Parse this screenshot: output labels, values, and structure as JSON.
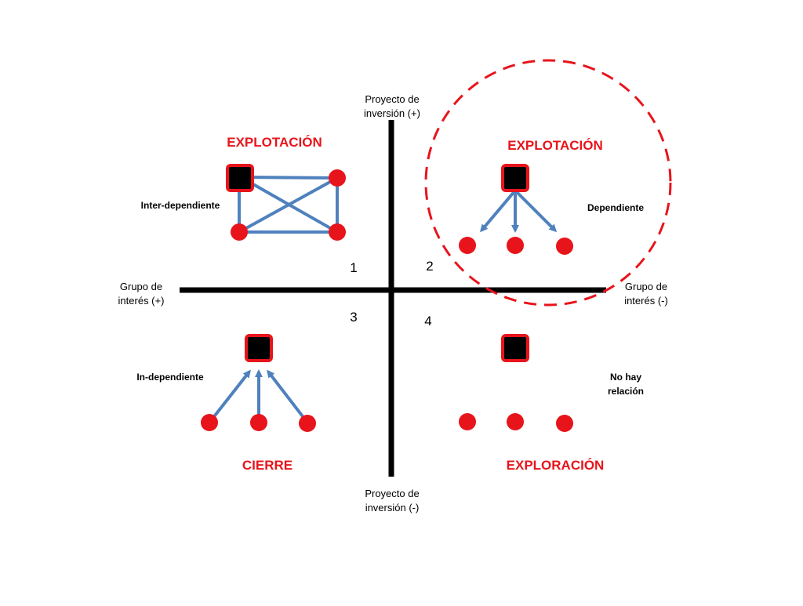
{
  "axes": {
    "top": [
      "Proyecto de",
      "inversión (+)"
    ],
    "bottom": [
      "Proyecto de",
      "inversión (-)"
    ],
    "left": [
      "Grupo de",
      "interés (+)"
    ],
    "right": [
      "Grupo de",
      "interés (-)"
    ]
  },
  "quadrants": {
    "q1": {
      "number": "1",
      "title": "EXPLOTACIÓN",
      "relation": "Inter-dependiente"
    },
    "q2": {
      "number": "2",
      "title": "EXPLOTACIÓN",
      "relation": "Dependiente"
    },
    "q3": {
      "number": "3",
      "title": "CIERRE",
      "relation": "In-dependiente"
    },
    "q4": {
      "number": "4",
      "title": "EXPLORACIÓN",
      "relation_lines": [
        "No hay",
        "relación"
      ]
    }
  },
  "colors": {
    "axis": "#000000",
    "accent_red": "#e8141b",
    "node_fill_black": "#000000",
    "connector_blue": "#4f81bd"
  }
}
